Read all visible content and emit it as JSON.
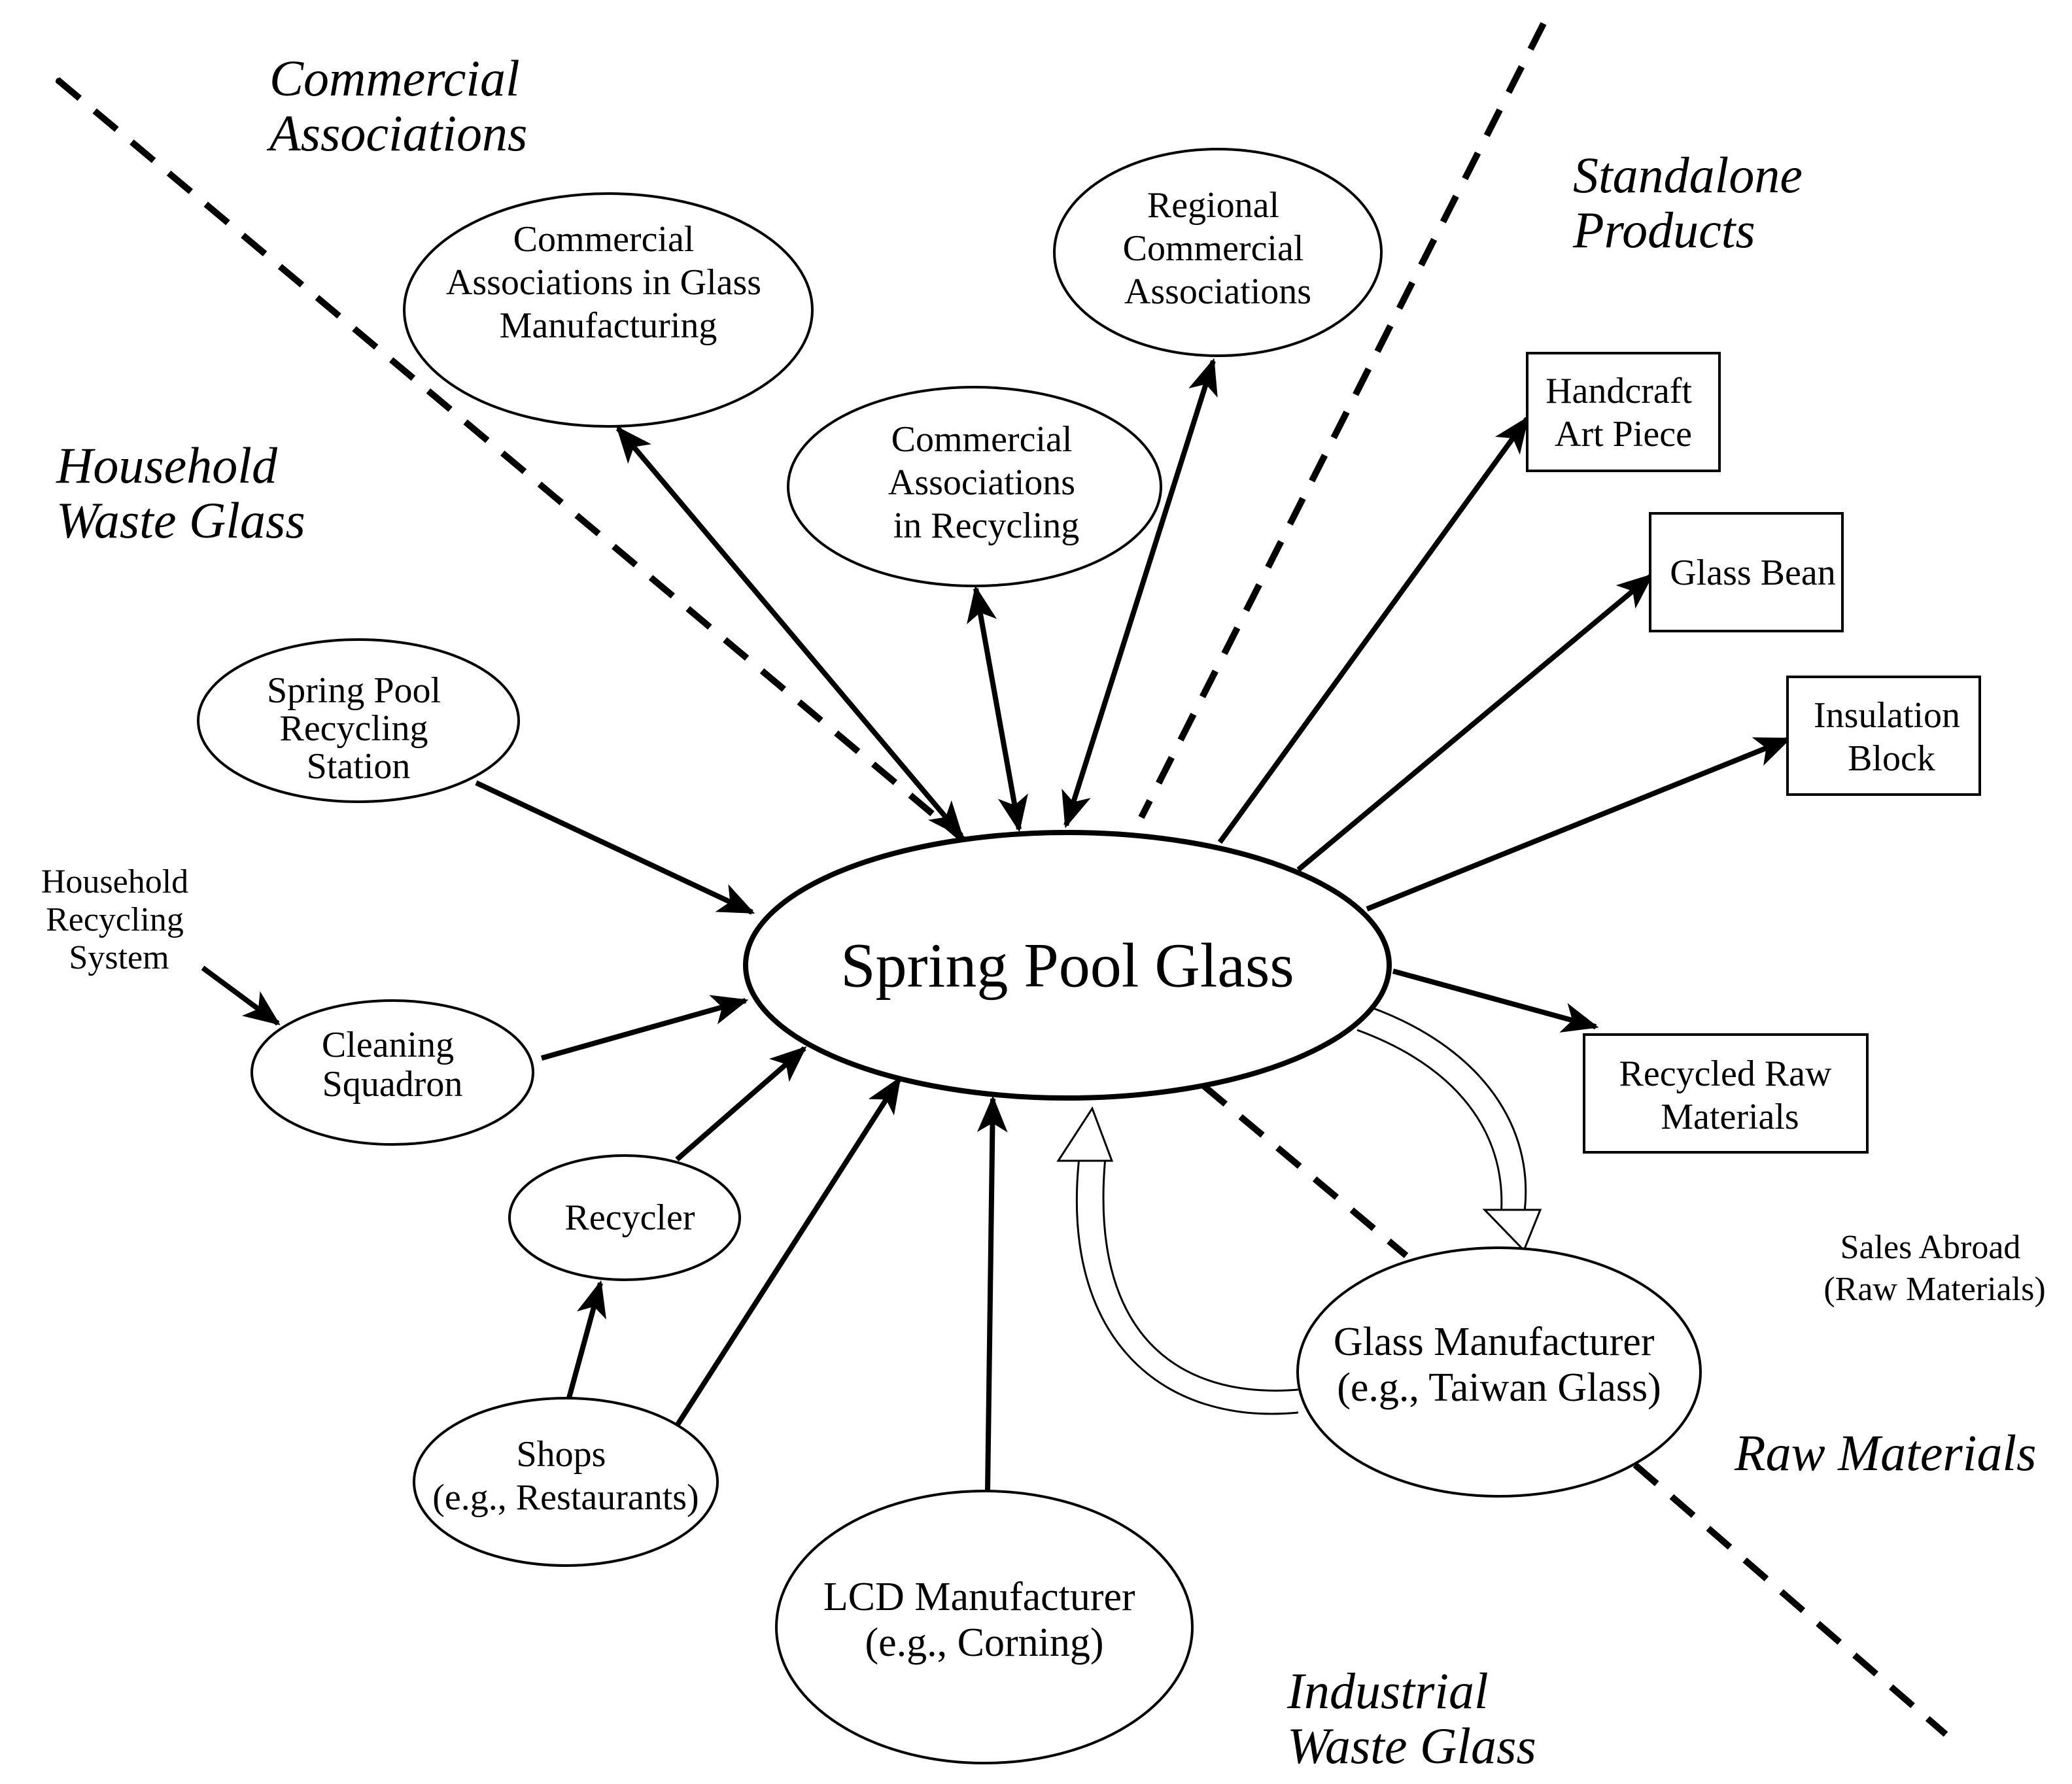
{
  "center": {
    "label": "Spring Pool Glass"
  },
  "regions": {
    "commercial": [
      "Commercial",
      "Associations"
    ],
    "standalone": [
      "Standalone",
      "Products"
    ],
    "household": [
      "Household",
      "Waste Glass"
    ],
    "raw": [
      "Raw Materials"
    ],
    "industrial": [
      "Industrial",
      "Waste Glass"
    ]
  },
  "nodes": {
    "assoc_glass": [
      "Commercial",
      "Associations in Glass",
      "Manufacturing"
    ],
    "regional_assoc": [
      "Regional",
      "Commercial",
      "Associations"
    ],
    "assoc_recycling": [
      "Commercial",
      "Associations",
      "in Recycling"
    ],
    "recycling_station": [
      "Spring Pool",
      "Recycling",
      "Station"
    ],
    "household_system": [
      "Household",
      "Recycling",
      "System"
    ],
    "cleaning_squadron": [
      "Cleaning",
      "Squadron"
    ],
    "recycler": [
      "Recycler"
    ],
    "shops": [
      "Shops",
      "(e.g., Restaurants)"
    ],
    "lcd": [
      "LCD Manufacturer",
      "(e.g., Corning)"
    ],
    "glass_manufacturer": [
      "Glass Manufacturer",
      "(e.g., Taiwan Glass)"
    ],
    "handcraft": [
      "Handcraft",
      "Art Piece"
    ],
    "glass_bean": [
      "Glass Bean"
    ],
    "insulation": [
      "Insulation",
      "Block"
    ],
    "recycled_raw": [
      "Recycled Raw",
      "Materials"
    ],
    "sales_abroad": [
      "Sales Abroad",
      "(Raw Materials)"
    ]
  }
}
